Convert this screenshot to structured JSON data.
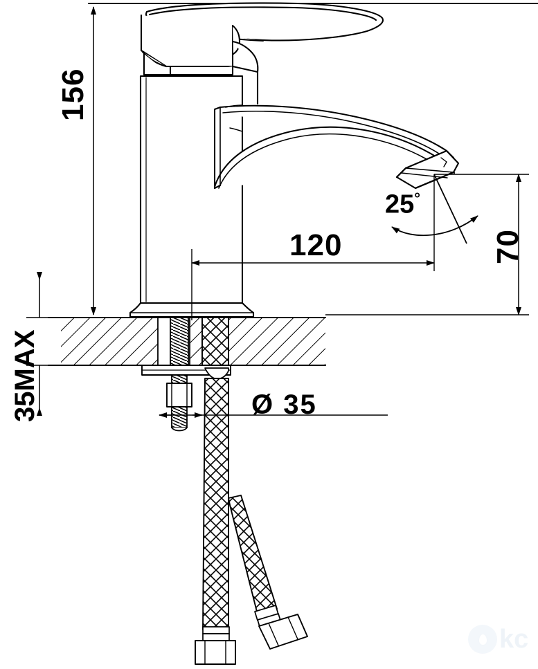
{
  "drawing": {
    "title": "Single-lever basin mixer tap — dimensioned technical drawing",
    "type": "engineering-line-drawing",
    "units": "mm",
    "line_color": "#000000",
    "fill_color": "#ffffff"
  },
  "dimensions": {
    "height": {
      "label": "156",
      "name": "overall-height",
      "orientation": "vertical",
      "units": "mm"
    },
    "reach": {
      "label": "120",
      "name": "spout-reach",
      "orientation": "horizontal",
      "units": "mm"
    },
    "spout_height": {
      "label": "70",
      "name": "spout-outlet-height",
      "orientation": "vertical",
      "units": "mm"
    },
    "angle": {
      "value": "25",
      "symbol": "°",
      "name": "outlet-angle",
      "units": "degrees"
    },
    "hole": {
      "symbol": "Ø",
      "value": "35",
      "label": "Ø 35",
      "name": "mounting-hole-diameter",
      "units": "mm"
    },
    "counter_thickness": {
      "label": "35MAX",
      "name": "max-countertop-thickness",
      "orientation": "vertical",
      "units": "mm"
    }
  },
  "components": {
    "lever_handle": "lever-handle",
    "valve_body": "valve-body-cylinder",
    "spout": "waterfall-spout",
    "outlet": "spout-outlet-tip",
    "base_flange": "base-flange",
    "countertop": "countertop-section-hatched",
    "threaded_rod": "threaded-mounting-rod",
    "hex_nut": "hex-nut",
    "washer": "mounting-washer",
    "hose_left": "braided-supply-hose-left",
    "hose_right": "braided-supply-hose-right",
    "hose_nut_left": "hose-hex-nut-left",
    "hose_nut_right": "hose-hex-nut-right"
  },
  "watermark": {
    "text": "kc",
    "mark": "water-drop-logo",
    "color": "#eef3f8"
  }
}
